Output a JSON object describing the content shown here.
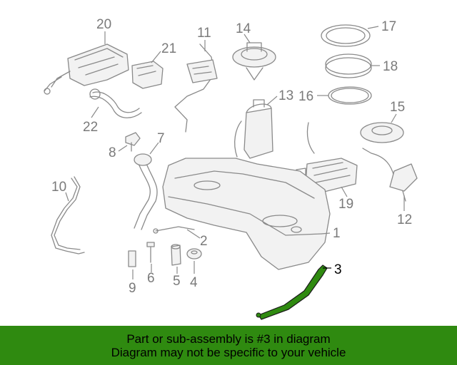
{
  "diagram": {
    "callouts": [
      "1",
      "2",
      "3",
      "4",
      "5",
      "6",
      "7",
      "8",
      "9",
      "10",
      "11",
      "12",
      "13",
      "14",
      "15",
      "16",
      "17",
      "18",
      "19",
      "20",
      "21",
      "22"
    ],
    "highlighted_part": "3",
    "highlight_color": "#2f8a10"
  },
  "banner": {
    "line1": "Part or sub-assembly is #3 in diagram",
    "line2": "Diagram may not be specific to your vehicle",
    "background": "#2f8a10"
  }
}
